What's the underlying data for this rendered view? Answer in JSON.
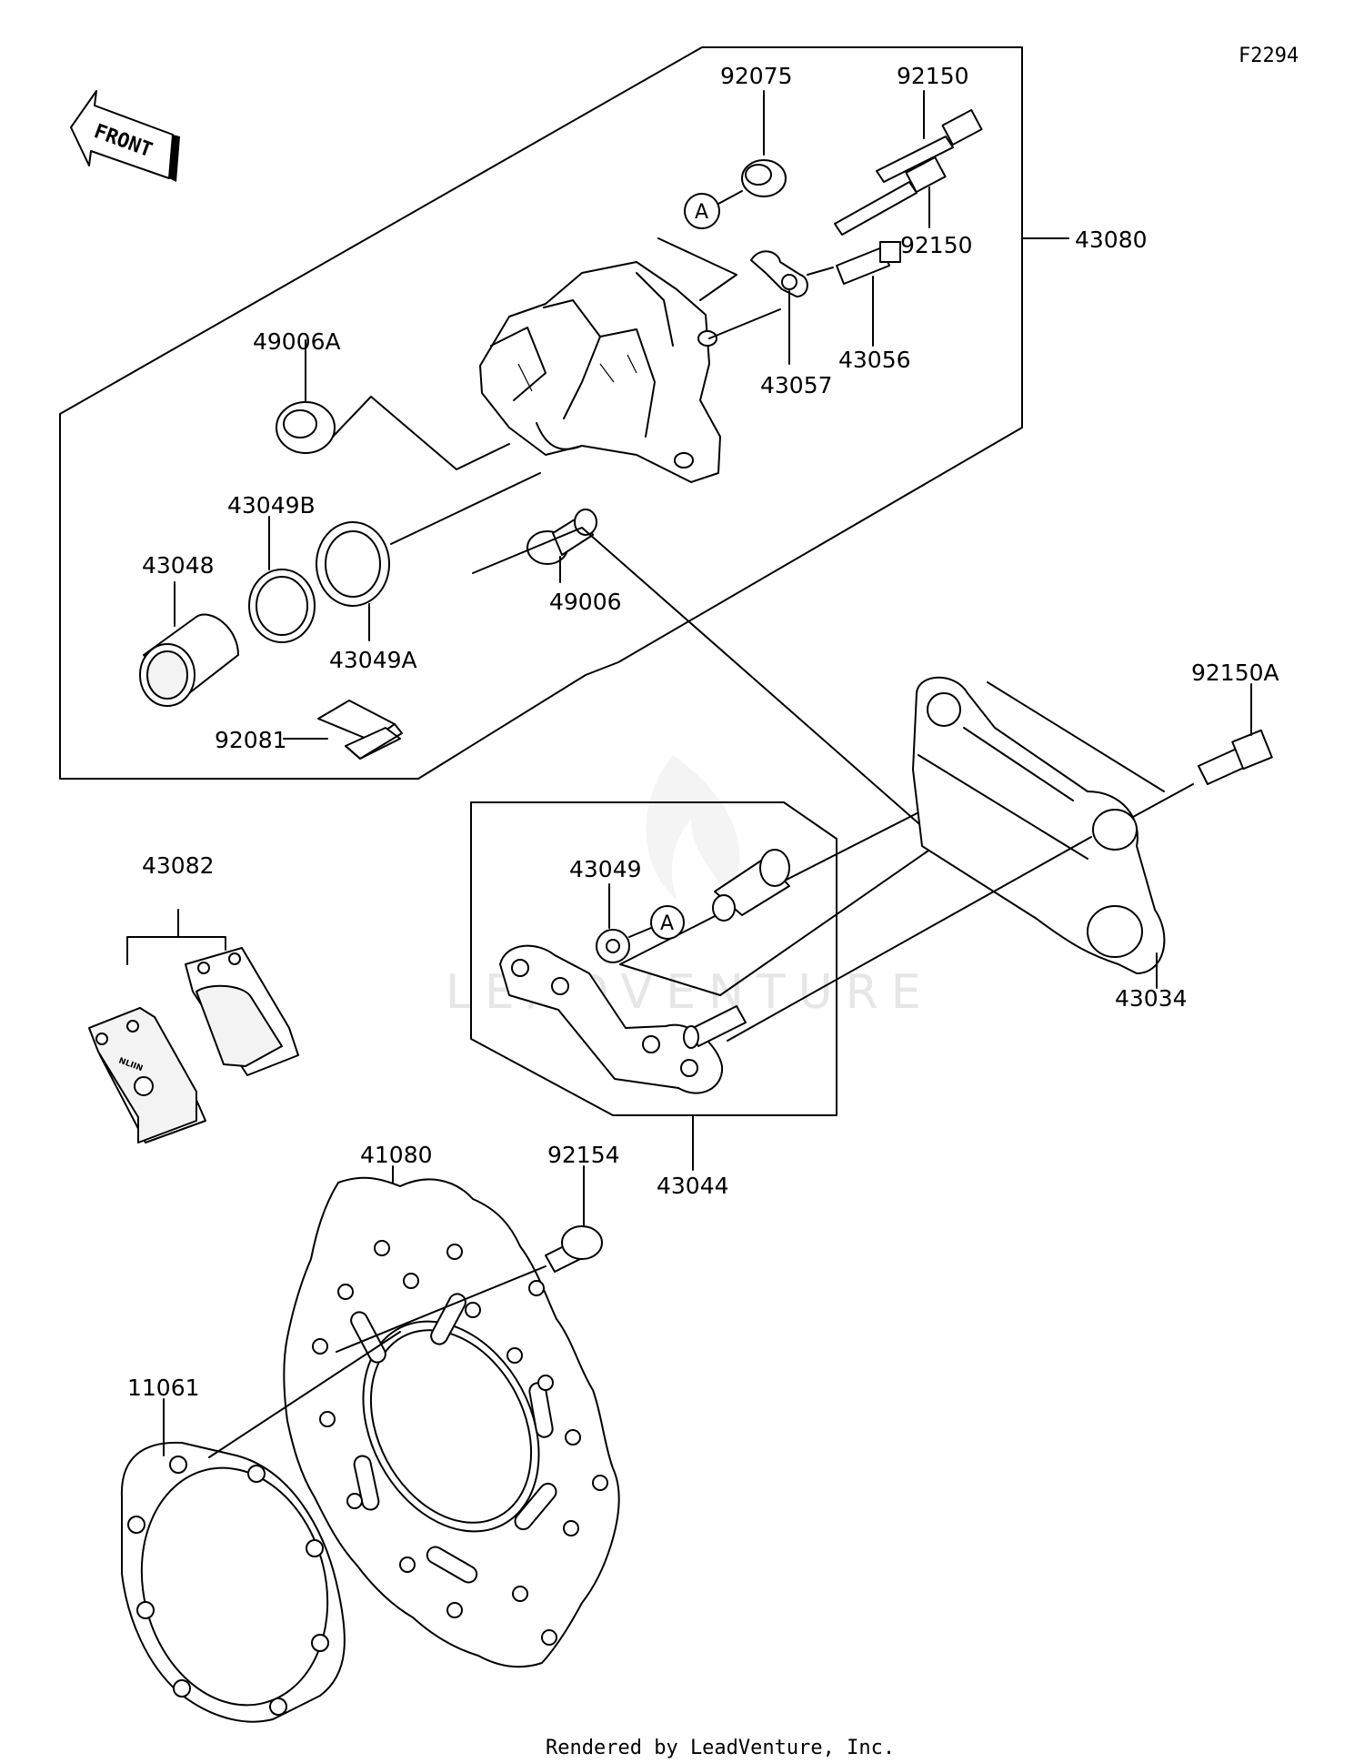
{
  "diagram_code": "F2294",
  "front_label": "FRONT",
  "watermark": "LEADVENTURE",
  "footer": "Rendered by LeadVenture, Inc.",
  "callout_letter": "A",
  "parts": {
    "p92075": "92075",
    "p92150_top": "92150",
    "p92150_mid": "92150",
    "p43080": "43080",
    "p49006A": "49006A",
    "p43057": "43057",
    "p43056": "43056",
    "p43049B": "43049B",
    "p43048": "43048",
    "p49006": "49006",
    "p43049A": "43049A",
    "p92081": "92081",
    "p92150A": "92150A",
    "p43082": "43082",
    "p43049": "43049",
    "p43034": "43034",
    "p43044": "43044",
    "p41080": "41080",
    "p92154": "92154",
    "p11061": "11061"
  }
}
